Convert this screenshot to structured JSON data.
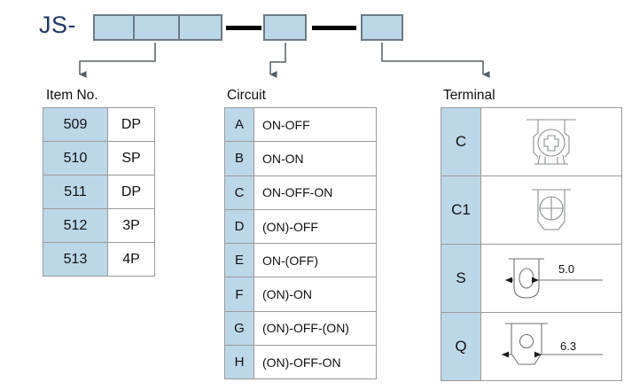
{
  "header": {
    "prefix": "JS-",
    "box_count_group1": 3,
    "box_count_group2": 1,
    "box_count_group3": 1,
    "separator": "-",
    "box_fill_color": "#bcd7e8",
    "box_border_color": "#6e7b84",
    "prefix_color": "#1f3864"
  },
  "sections": [
    {
      "caption": "Item No."
    },
    {
      "caption": "Circuit"
    },
    {
      "caption": "Terminal"
    }
  ],
  "item_table": {
    "caption": "Item No.",
    "rows": [
      {
        "code": "509",
        "value": "DP"
      },
      {
        "code": "510",
        "value": "SP"
      },
      {
        "code": "511",
        "value": "DP"
      },
      {
        "code": "512",
        "value": "3P"
      },
      {
        "code": "513",
        "value": "4P"
      }
    ]
  },
  "circuit_table": {
    "caption": "Circuit",
    "rows": [
      {
        "code": "A",
        "value": "ON-OFF"
      },
      {
        "code": "B",
        "value": "ON-ON"
      },
      {
        "code": "C",
        "value": "ON-OFF-ON"
      },
      {
        "code": "D",
        "value": "(ON)-OFF"
      },
      {
        "code": "E",
        "value": "ON-(OFF)"
      },
      {
        "code": "F",
        "value": "(ON)-ON"
      },
      {
        "code": "G",
        "value": "(ON)-OFF-(ON)"
      },
      {
        "code": "H",
        "value": "(ON)-OFF-ON"
      }
    ]
  },
  "terminal_table": {
    "caption": "Terminal",
    "rows": [
      {
        "code": "C",
        "icon": "screw-terminal-round-icon",
        "dimension": ""
      },
      {
        "code": "C1",
        "icon": "screw-terminal-flag-icon",
        "dimension": ""
      },
      {
        "code": "S",
        "icon": "blade-terminal-slot-icon",
        "dimension": "5.0"
      },
      {
        "code": "Q",
        "icon": "blade-terminal-hole-icon",
        "dimension": "6.3"
      }
    ]
  }
}
